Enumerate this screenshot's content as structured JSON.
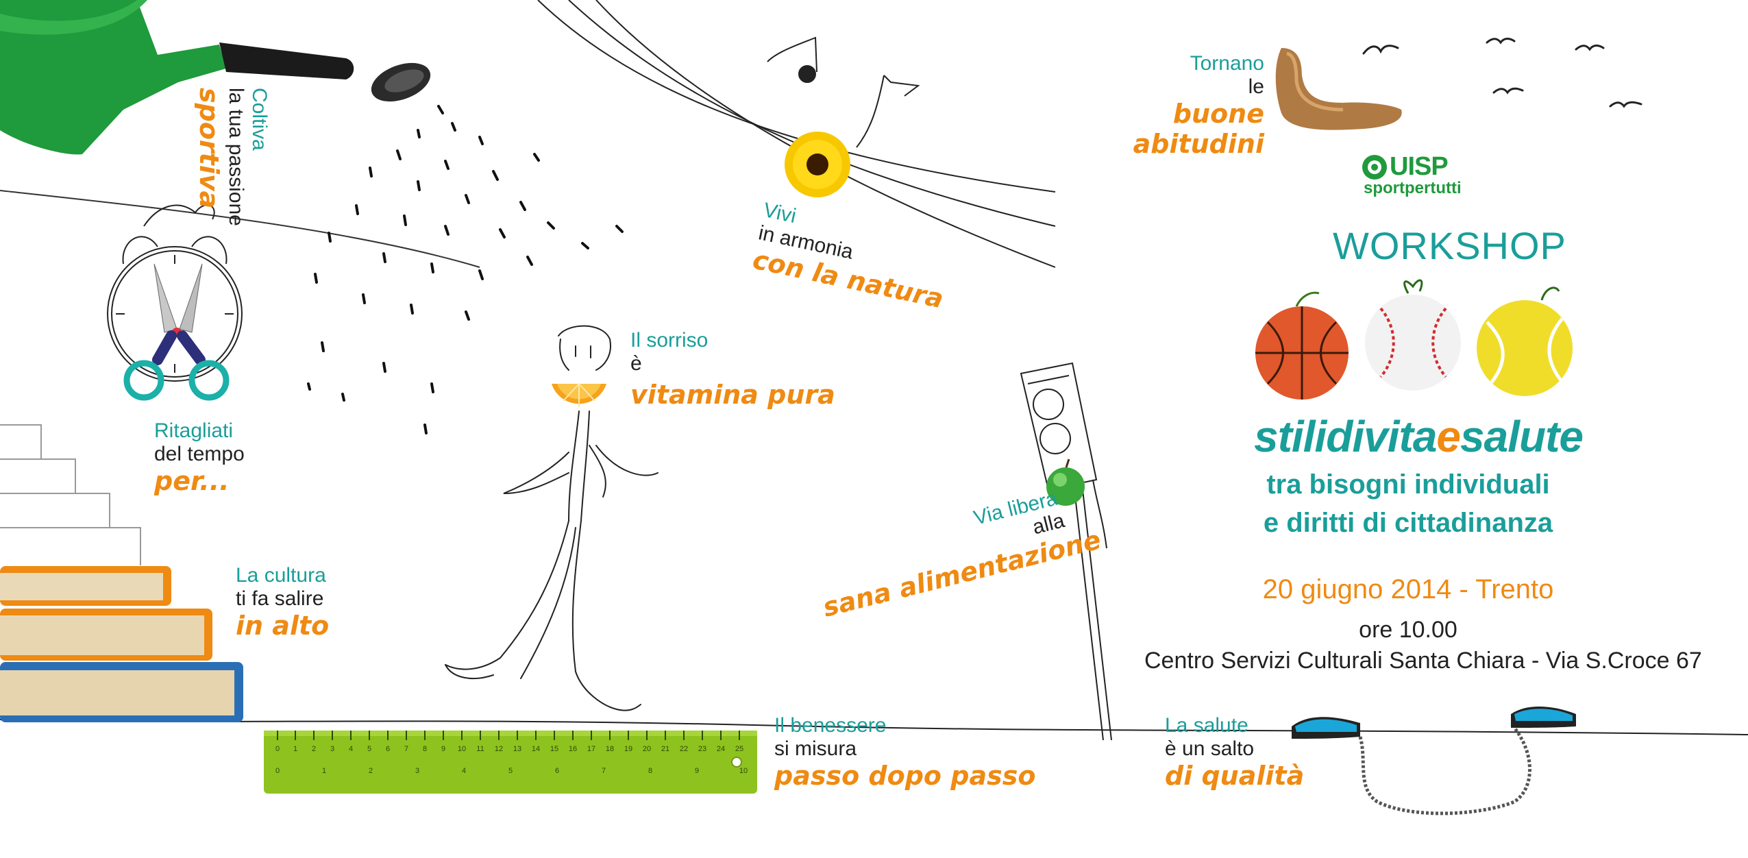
{
  "captions": {
    "coltiva": {
      "line1": "Coltiva",
      "line2": "la tua passione",
      "line3": "sportiva"
    },
    "ritagliati": {
      "line1": "Ritagliati",
      "line2": "del tempo",
      "line3": "per..."
    },
    "cultura": {
      "line1": "La cultura",
      "line2": "ti fa salire",
      "line3": "in alto"
    },
    "sorriso": {
      "line1": "Il sorriso",
      "line2": "è",
      "line3": "vitamina pura"
    },
    "vivi": {
      "line1": "Vivi",
      "line2": "in armonia",
      "line3": "con la natura"
    },
    "tornano": {
      "line1": "Tornano",
      "line2": "le",
      "line3": "buone abitudini"
    },
    "via_libera": {
      "line1": "Via libera",
      "line2": "alla",
      "line3": "sana alimentazione"
    },
    "benessere": {
      "line1": "Il benessere",
      "line2": "si misura",
      "line3": "passo dopo passo"
    },
    "salute": {
      "line1": "La salute",
      "line2": "è un salto",
      "line3": "di qualità"
    }
  },
  "logo": {
    "brand": "UISP",
    "tagline": "sportpertutti"
  },
  "event": {
    "kind": "WORKSHOP",
    "title_part1": "stilidivita",
    "title_accent": "e",
    "title_part2": "salute",
    "subtitle_line1": "tra bisogni individuali",
    "subtitle_line2": "e diritti di cittadinanza",
    "date": "20 giugno 2014 - Trento",
    "time": "ore 10.00",
    "venue": "Centro Servizi Culturali Santa Chiara - Via S.Croce 67"
  },
  "ruler": {
    "cm_marks": [
      "0",
      "1",
      "2",
      "3",
      "4",
      "5",
      "6",
      "7",
      "8",
      "9",
      "10",
      "11",
      "12",
      "13",
      "14",
      "15",
      "16",
      "17",
      "18",
      "19",
      "20",
      "21",
      "22",
      "23",
      "24",
      "25"
    ],
    "inch_marks": [
      "0",
      "1",
      "2",
      "3",
      "4",
      "5",
      "6",
      "7",
      "8",
      "9",
      "10"
    ]
  },
  "colors": {
    "teal": "#1a9e9a",
    "orange": "#ef8a12",
    "green": "#1f9a3c",
    "dark": "#222222"
  }
}
